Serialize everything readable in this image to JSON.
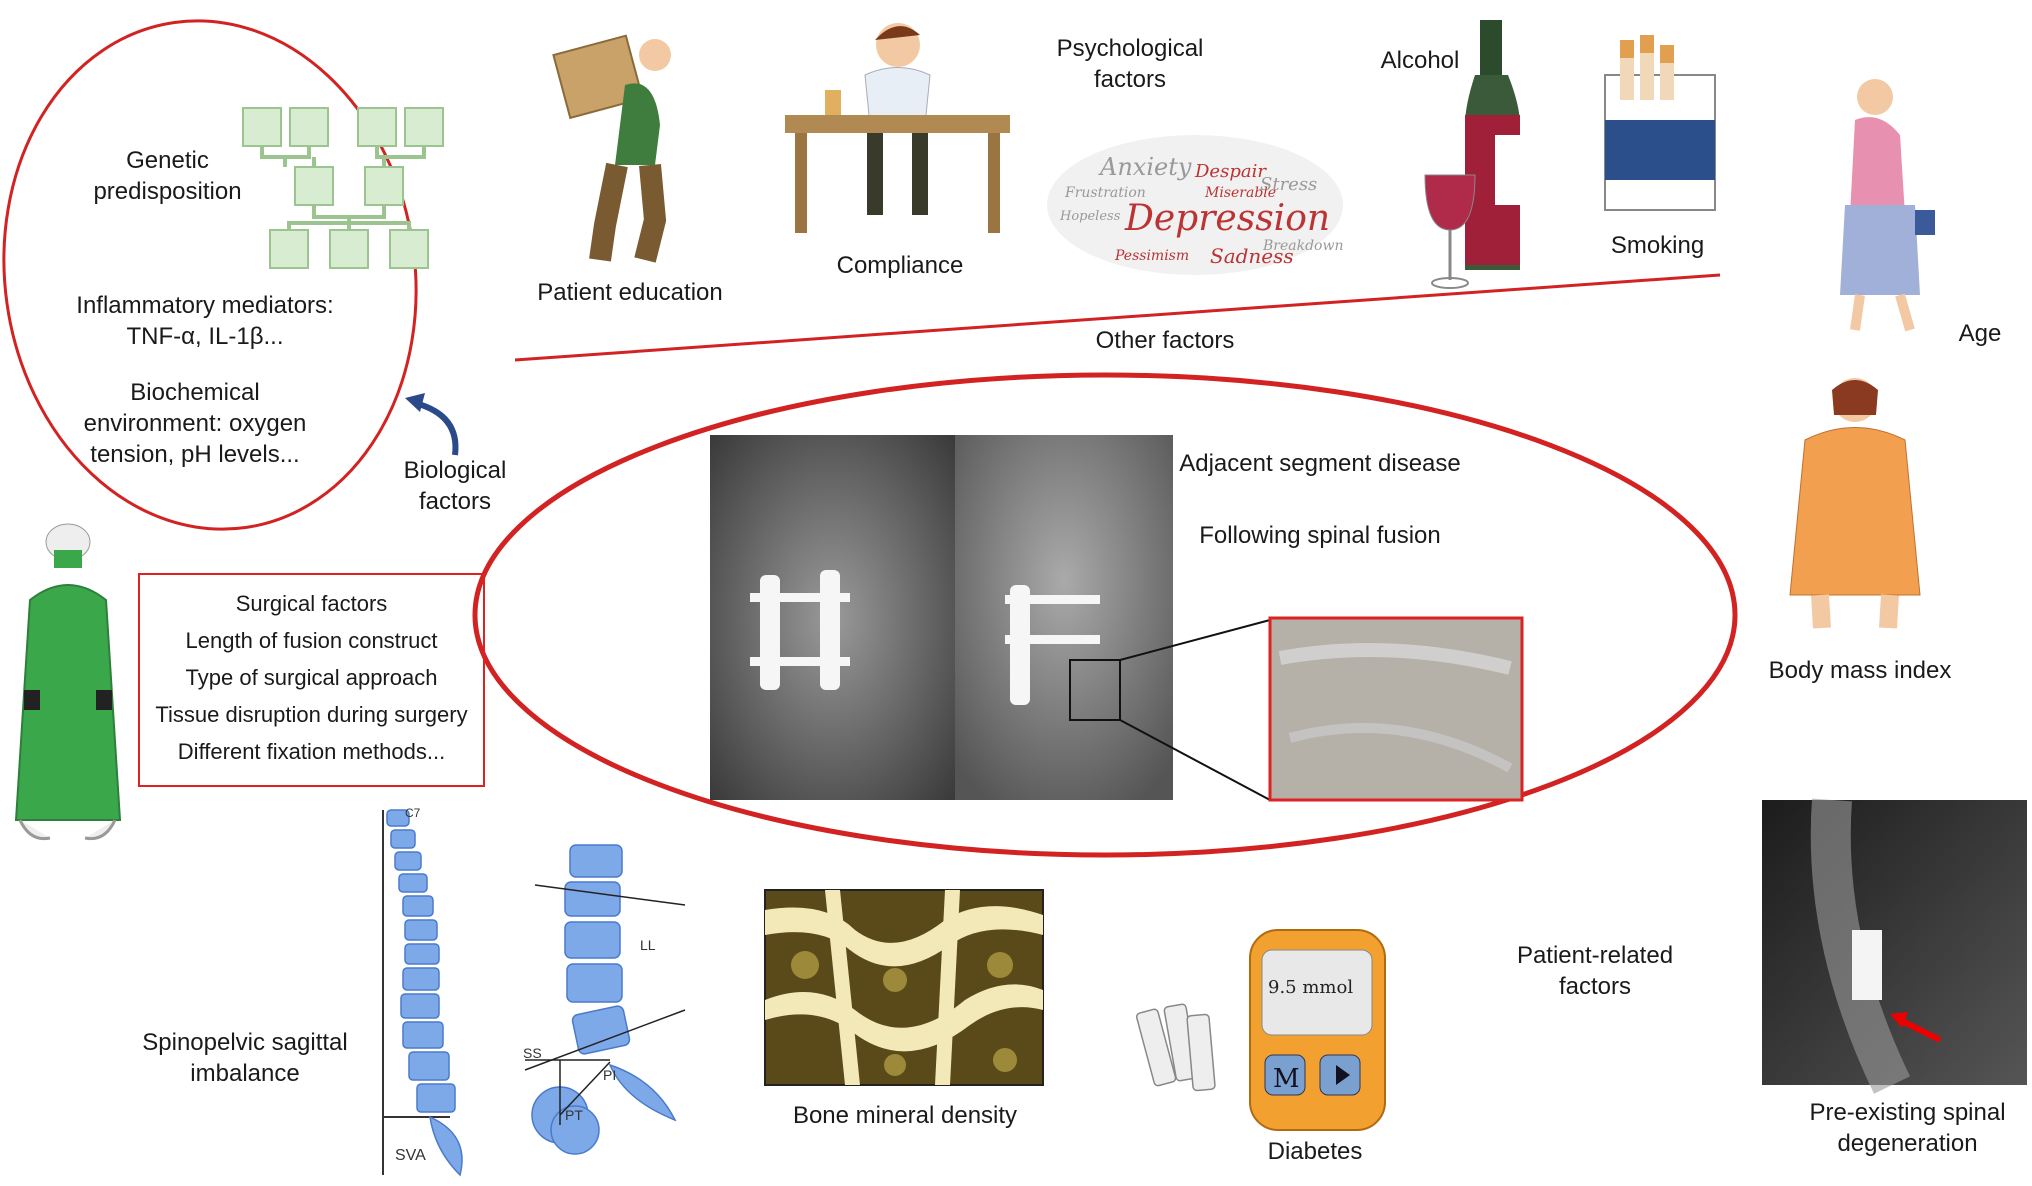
{
  "center": {
    "title": "Adjacent segment disease",
    "subtitle": "Following spinal fusion"
  },
  "biological": {
    "header": "Biological factors",
    "genetic": "Genetic predisposition",
    "inflammatory_line1": "Inflammatory mediators:",
    "inflammatory_line2": "TNF-α, IL-1β...",
    "biochem_line1": "Biochemical",
    "biochem_line2": "environment: oxygen",
    "biochem_line3": "tension, pH levels..."
  },
  "surgical": {
    "items": [
      "Surgical factors",
      "Length of fusion construct",
      "Type of surgical approach",
      "Tissue disruption during surgery",
      "Different fixation methods..."
    ]
  },
  "other": {
    "header": "Other factors",
    "patient_education": "Patient education",
    "compliance": "Compliance",
    "psychological": "Psychological factors",
    "alcohol": "Alcohol",
    "smoking": "Smoking",
    "wordcloud": [
      "Anxiety",
      "Despair",
      "Stress",
      "Frustration",
      "Depression",
      "Miserable",
      "Hopeless",
      "Breakdown",
      "Pessimism",
      "Sadness"
    ]
  },
  "patient_related": {
    "header": "Patient-related factors",
    "age": "Age",
    "bmi": "Body mass index",
    "preexisting": "Pre-existing spinal degeneration",
    "diabetes": "Diabetes",
    "glucose_reading": "9.5 mmol",
    "bone_density": "Bone mineral density",
    "sagittal": "Spinopelvic sagittal imbalance",
    "spine_labels": {
      "c7": "C7",
      "sva": "SVA",
      "ll": "LL",
      "ss": "SS",
      "pi": "PI",
      "pt": "PT"
    }
  },
  "colors": {
    "accent": "#d22222",
    "vertebra": "#7ea9e8",
    "gown": "#3aa84a"
  }
}
